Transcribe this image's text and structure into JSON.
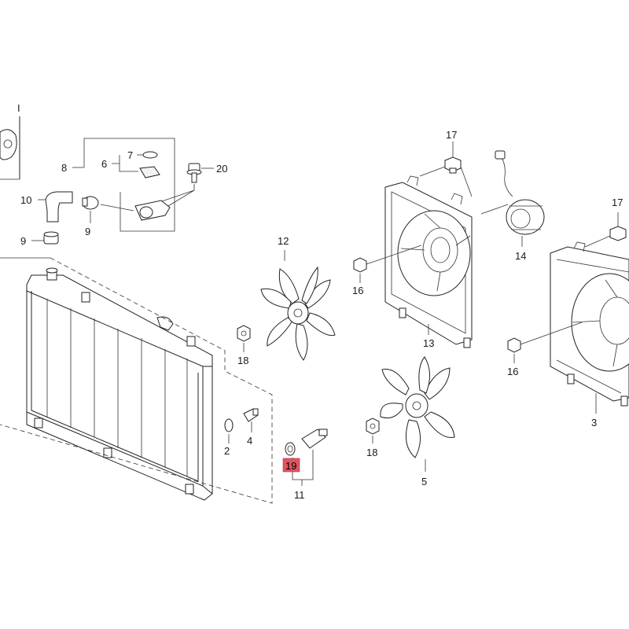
{
  "diagram": {
    "highlight_color": "#e05560",
    "highlighted_part": "19",
    "labels": {
      "p1": "I",
      "p2": "2",
      "p3": "3",
      "p4": "4",
      "p5": "5",
      "p6": "6",
      "p7": "7",
      "p8": "8",
      "p9a": "9",
      "p9b": "9",
      "p10": "10",
      "p11": "11",
      "p12": "12",
      "p13": "13",
      "p14": "14",
      "p16a": "16",
      "p16b": "16",
      "p17a": "17",
      "p17b": "17",
      "p18a": "18",
      "p18b": "18",
      "p19": "19",
      "p20": "20"
    }
  }
}
